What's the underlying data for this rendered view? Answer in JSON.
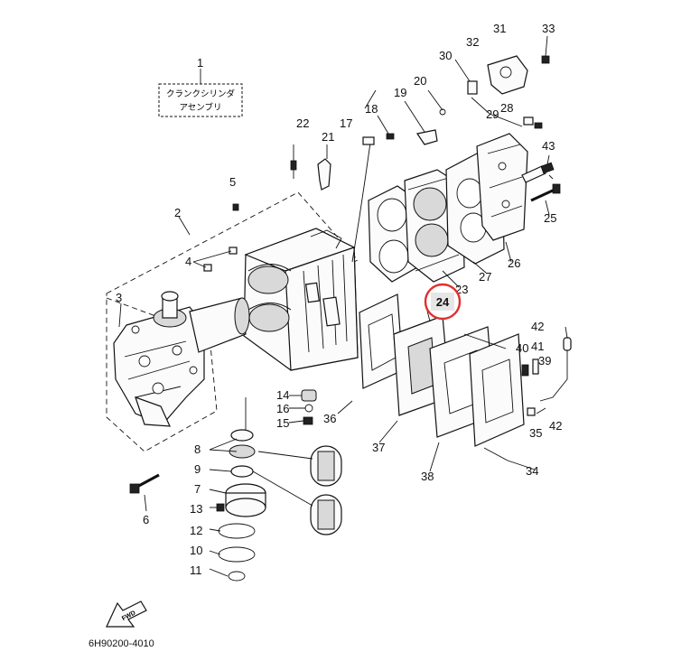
{
  "diagram": {
    "assembly_label": {
      "line1": "クランクシリンダ",
      "line2": "アセンブリ"
    },
    "part_numbers": [
      "1",
      "2",
      "3",
      "4",
      "5",
      "6",
      "7",
      "8",
      "9",
      "10",
      "11",
      "12",
      "13",
      "14",
      "15",
      "16",
      "17",
      "18",
      "19",
      "20",
      "21",
      "22",
      "23",
      "24",
      "25",
      "26",
      "27",
      "28",
      "29",
      "30",
      "31",
      "32",
      "33",
      "34",
      "35",
      "36",
      "37",
      "38",
      "39",
      "40",
      "41",
      "42",
      "42",
      "43"
    ],
    "highlighted_part": "24",
    "highlight_color": "#e03030",
    "fwd_label": "FWD",
    "catalog_code": "6H90200-4010"
  }
}
